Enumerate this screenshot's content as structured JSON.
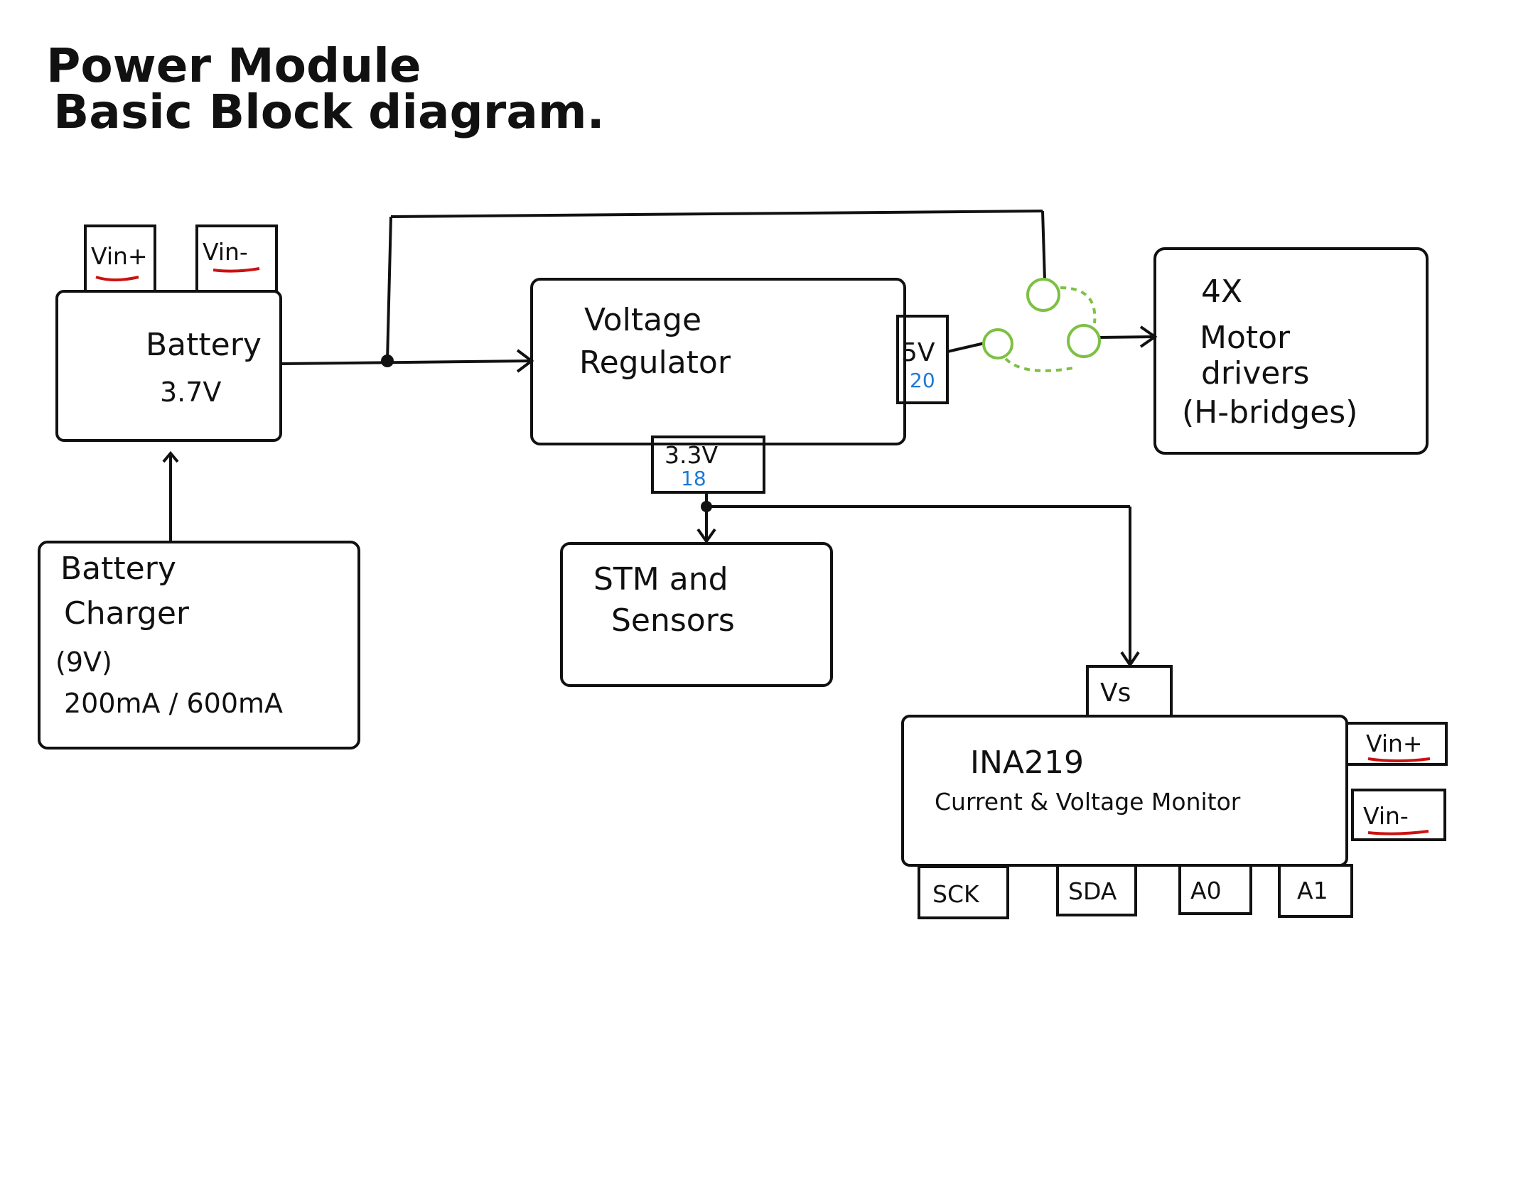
{
  "title": {
    "line1": "Power   Module",
    "line2": "Basic   Block   diagram."
  },
  "battery": {
    "line1": "Battery",
    "line2": "3.7V",
    "pin_plus": "Vin+",
    "pin_minus": "Vin-"
  },
  "charger": {
    "line1": "Battery",
    "line2": "Charger",
    "line3": "(9V)",
    "line4": "200mA / 600mA"
  },
  "regulator": {
    "line1": "Voltage",
    "line2": "Regulator",
    "out5v": "5V",
    "out5v_num": "20",
    "out33v": "3.3V",
    "out33v_num": "18"
  },
  "stm": {
    "line1": "STM   and",
    "line2": "Sensors"
  },
  "motor": {
    "line1": "4X",
    "line2": "Motor",
    "line3": "drivers",
    "line4": "(H-bridges)"
  },
  "ina": {
    "line1": "INA219",
    "line2": "Current  & Voltage  Monitor",
    "vs": "Vs",
    "vin_plus": "Vin+",
    "vin_minus": "Vin-",
    "pins": [
      "SCK",
      "SDA",
      "A0",
      "A1"
    ]
  },
  "colors": {
    "ink": "#111111",
    "underline_red": "#cc1111",
    "switch_green": "#7dc143",
    "pin_number_blue": "#1e78d6"
  }
}
